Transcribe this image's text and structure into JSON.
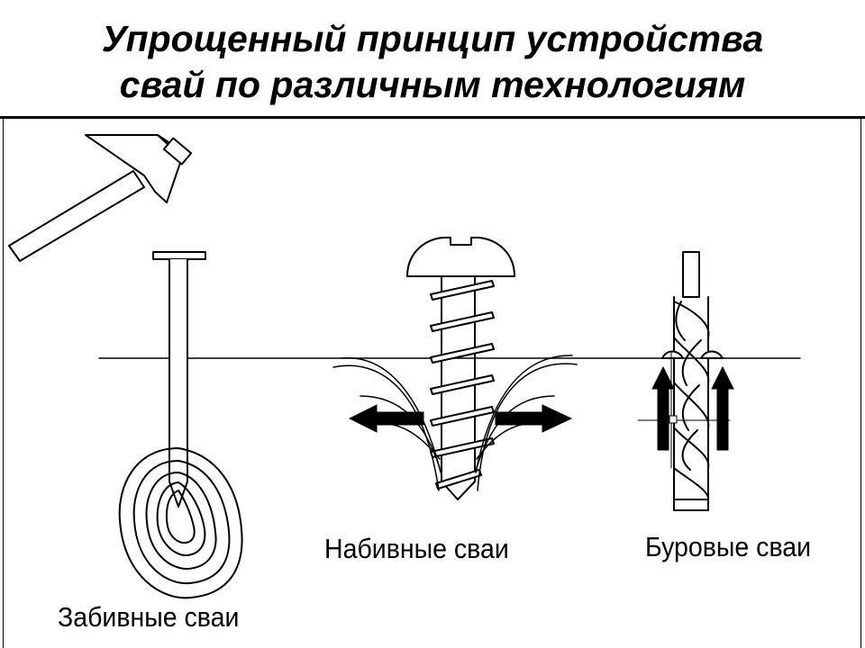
{
  "title": {
    "line1": "Упрощенный принцип устройства",
    "line2": "свай по различным технологиям"
  },
  "labels": {
    "driven": "Забивные сваи",
    "stuffed": "Набивные сваи",
    "bored": "Буровые сваи"
  },
  "colors": {
    "ink": "#000000",
    "background": "#ffffff"
  }
}
